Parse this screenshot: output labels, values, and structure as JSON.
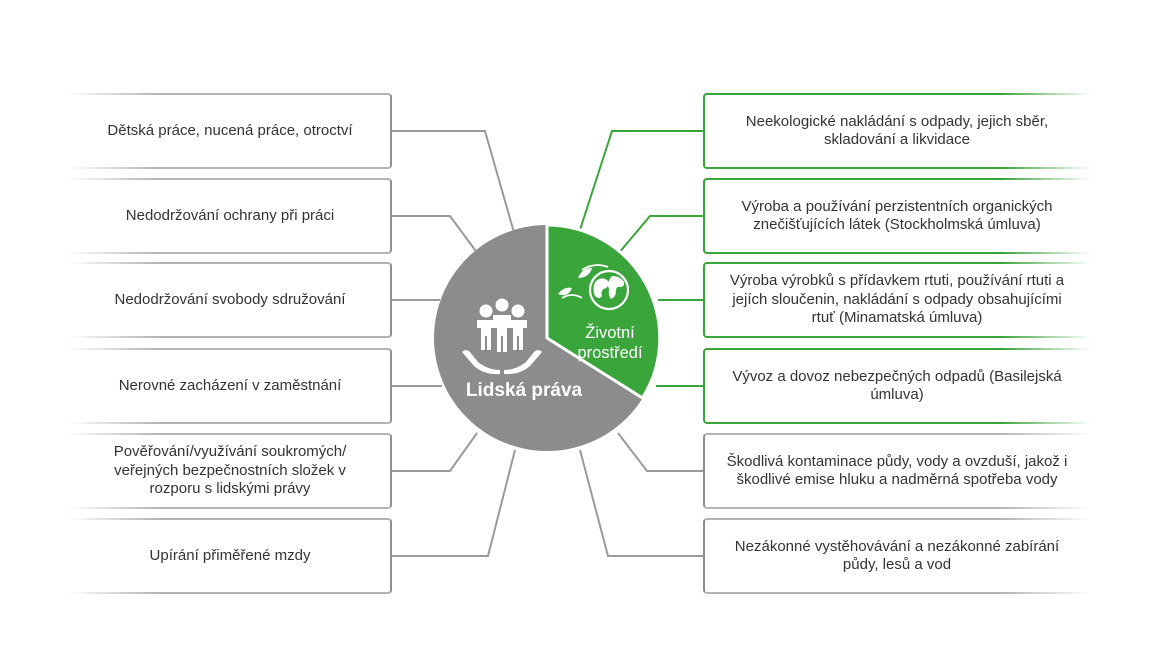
{
  "left_items": [
    "Dětská práce, nucená práce, otroctví",
    "Nedodržování ochrany při práci",
    "Nedodržování svobody sdružování",
    "Nerovné zacházení v zaměstnání",
    "Pověřování/využívání soukromých/ veřejných bezpečnostních složek v rozporu s lidskými právy",
    "Upírání přiměřené mzdy"
  ],
  "right_items": [
    "Neekologické nakládání s odpady, jejich sběr, skladování a likvidace",
    "Výroba a používání perzistentních organických znečišťujících látek (Stockholmská úmluva)",
    "Výroba výrobků s přídavkem rtuti, používání rtuti a jejích sloučenin, nakládání s odpady obsahujícími rtuť (Minamatská úmluva)",
    "Vývoz a dovoz nebezpečných odpadů (Basilejská úmluva)",
    "Škodlivá kontaminace půdy, vody a ovzduší, jakož i škodlivé emise hluku a nadměrná spotřeba vody",
    "Nezákonné vystěhovávání a nezákonné zabírání půdy, lesů a vod"
  ],
  "center": {
    "human_rights_label": "Lidská práva",
    "environment_label_line1": "Životní",
    "environment_label_line2": "prostředí"
  },
  "colors": {
    "gray": "#8c8c8c",
    "green": "#3aa53a",
    "line_gray": "#9a9a9a"
  },
  "icons": {
    "human_rights": "people-in-hands-icon",
    "environment": "globe-with-leaves-icon"
  }
}
